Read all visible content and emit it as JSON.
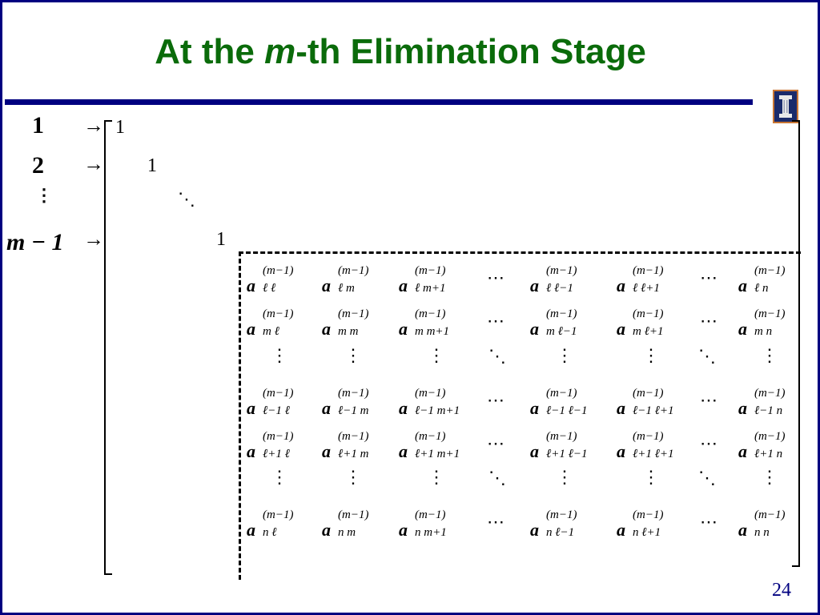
{
  "slide": {
    "title_pre": "At the ",
    "title_var": "m",
    "title_post": "-th Elimination Stage",
    "page_number": "24",
    "colors": {
      "title": "#0a6b0a",
      "rule": "#000080",
      "page_number": "#000080"
    },
    "logo_icon": "university-illinois-logo-icon"
  },
  "row_labels": [
    {
      "text": "1",
      "arrow": "→"
    },
    {
      "text": "2",
      "arrow": "→"
    },
    {
      "text": "m − 1",
      "arrow": "→"
    }
  ],
  "identity_entries": [
    "1",
    "1",
    "1"
  ],
  "dots": {
    "vertical": "⋮",
    "diagonal": "⋱",
    "horizontal": "⋯"
  },
  "matrix": {
    "base": "a",
    "superscript": "(m−1)",
    "rows": [
      [
        "ℓ ℓ",
        "ℓ m",
        "ℓ m+1",
        "ℓ ℓ−1",
        "ℓ ℓ+1",
        "ℓ n"
      ],
      [
        "m ℓ",
        "m m",
        "m m+1",
        "m ℓ−1",
        "m ℓ+1",
        "m n"
      ],
      [
        "ℓ−1 ℓ",
        "ℓ−1 m",
        "ℓ−1 m+1",
        "ℓ−1 ℓ−1",
        "ℓ−1 ℓ+1",
        "ℓ−1 n"
      ],
      [
        "ℓ+1 ℓ",
        "ℓ+1 m",
        "ℓ+1 m+1",
        "ℓ+1 ℓ−1",
        "ℓ+1 ℓ+1",
        "ℓ+1 n"
      ],
      [
        "n ℓ",
        "n m",
        "n m+1",
        "n ℓ−1",
        "n ℓ+1",
        "n n"
      ]
    ]
  }
}
